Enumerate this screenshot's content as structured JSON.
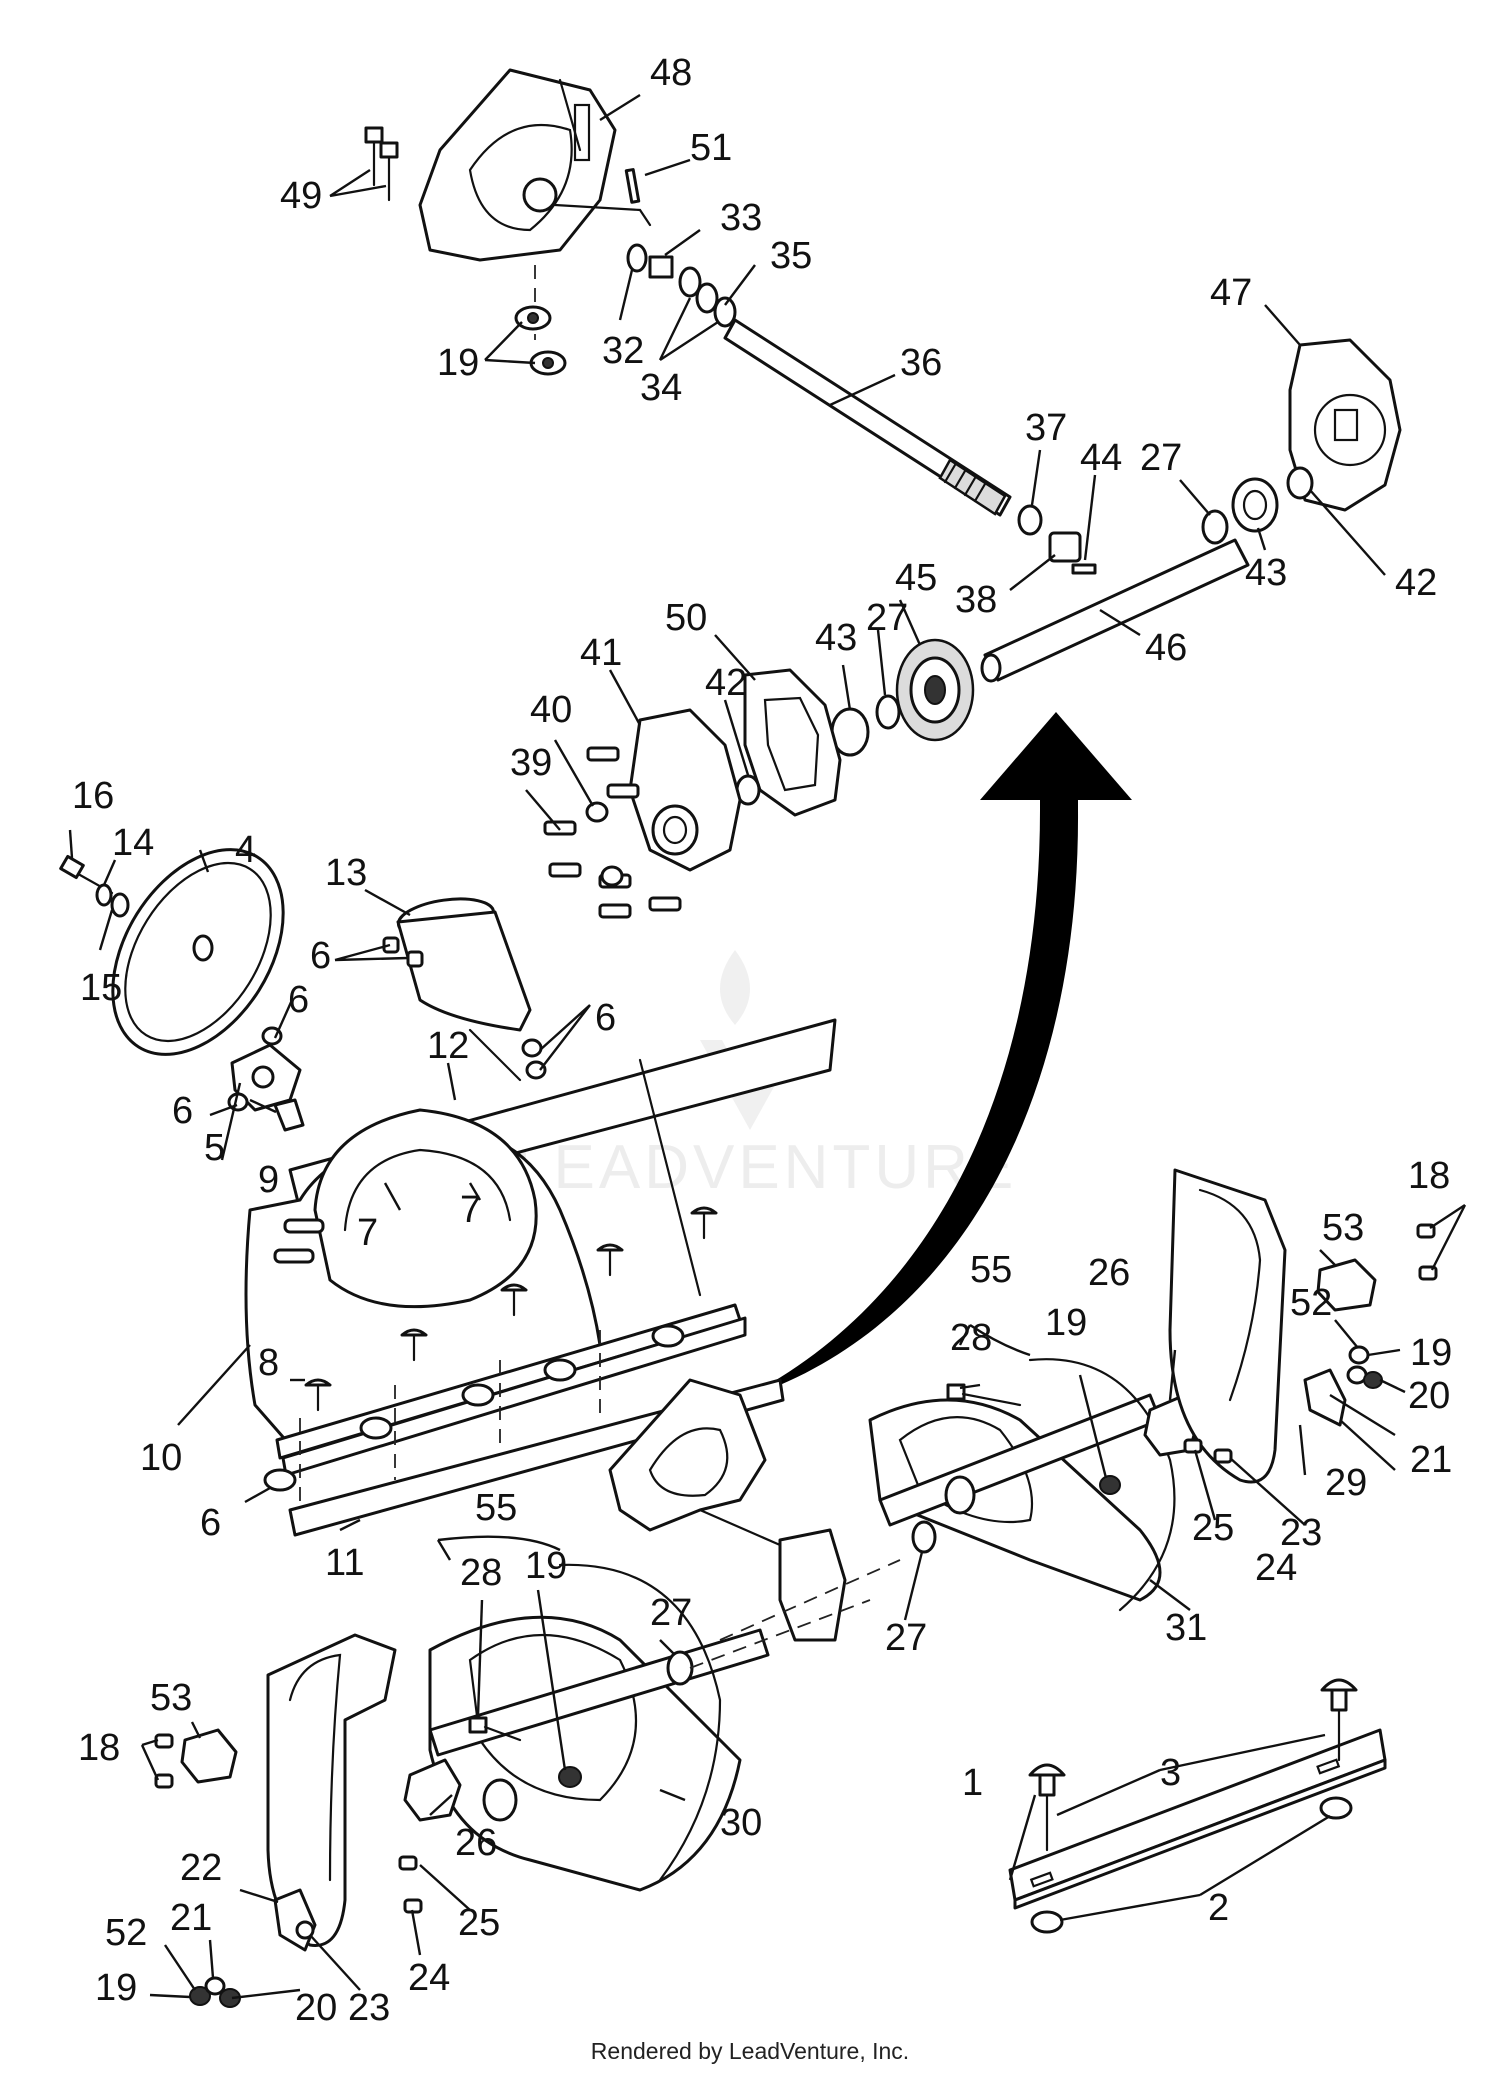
{
  "watermark": "LEADVENTURE",
  "footer": "Rendered by LeadVenture, Inc.",
  "callouts": [
    {
      "label": "48"
    },
    {
      "label": "51"
    },
    {
      "label": "33"
    },
    {
      "label": "35"
    },
    {
      "label": "49"
    },
    {
      "label": "19"
    },
    {
      "label": "32"
    },
    {
      "label": "34"
    },
    {
      "label": "36"
    },
    {
      "label": "47"
    },
    {
      "label": "37"
    },
    {
      "label": "44"
    },
    {
      "label": "27"
    },
    {
      "label": "43"
    },
    {
      "label": "42"
    },
    {
      "label": "38"
    },
    {
      "label": "46"
    },
    {
      "label": "45"
    },
    {
      "label": "50"
    },
    {
      "label": "43"
    },
    {
      "label": "27"
    },
    {
      "label": "41"
    },
    {
      "label": "42"
    },
    {
      "label": "40"
    },
    {
      "label": "39"
    },
    {
      "label": "16"
    },
    {
      "label": "14"
    },
    {
      "label": "4"
    },
    {
      "label": "13"
    },
    {
      "label": "15"
    },
    {
      "label": "6"
    },
    {
      "label": "6"
    },
    {
      "label": "6"
    },
    {
      "label": "12"
    },
    {
      "label": "6"
    },
    {
      "label": "5"
    },
    {
      "label": "9"
    },
    {
      "label": "7"
    },
    {
      "label": "7"
    },
    {
      "label": "8"
    },
    {
      "label": "10"
    },
    {
      "label": "6"
    },
    {
      "label": "11"
    },
    {
      "label": "55"
    },
    {
      "label": "28"
    },
    {
      "label": "19"
    },
    {
      "label": "26"
    },
    {
      "label": "53"
    },
    {
      "label": "18"
    },
    {
      "label": "52"
    },
    {
      "label": "19"
    },
    {
      "label": "20"
    },
    {
      "label": "21"
    },
    {
      "label": "29"
    },
    {
      "label": "23"
    },
    {
      "label": "25"
    },
    {
      "label": "24"
    },
    {
      "label": "31"
    },
    {
      "label": "27"
    },
    {
      "label": "55"
    },
    {
      "label": "28"
    },
    {
      "label": "19"
    },
    {
      "label": "27"
    },
    {
      "label": "53"
    },
    {
      "label": "18"
    },
    {
      "label": "30"
    },
    {
      "label": "22"
    },
    {
      "label": "21"
    },
    {
      "label": "26"
    },
    {
      "label": "52"
    },
    {
      "label": "19"
    },
    {
      "label": "20"
    },
    {
      "label": "23"
    },
    {
      "label": "24"
    },
    {
      "label": "25"
    },
    {
      "label": "3"
    },
    {
      "label": "1"
    },
    {
      "label": "2"
    }
  ]
}
